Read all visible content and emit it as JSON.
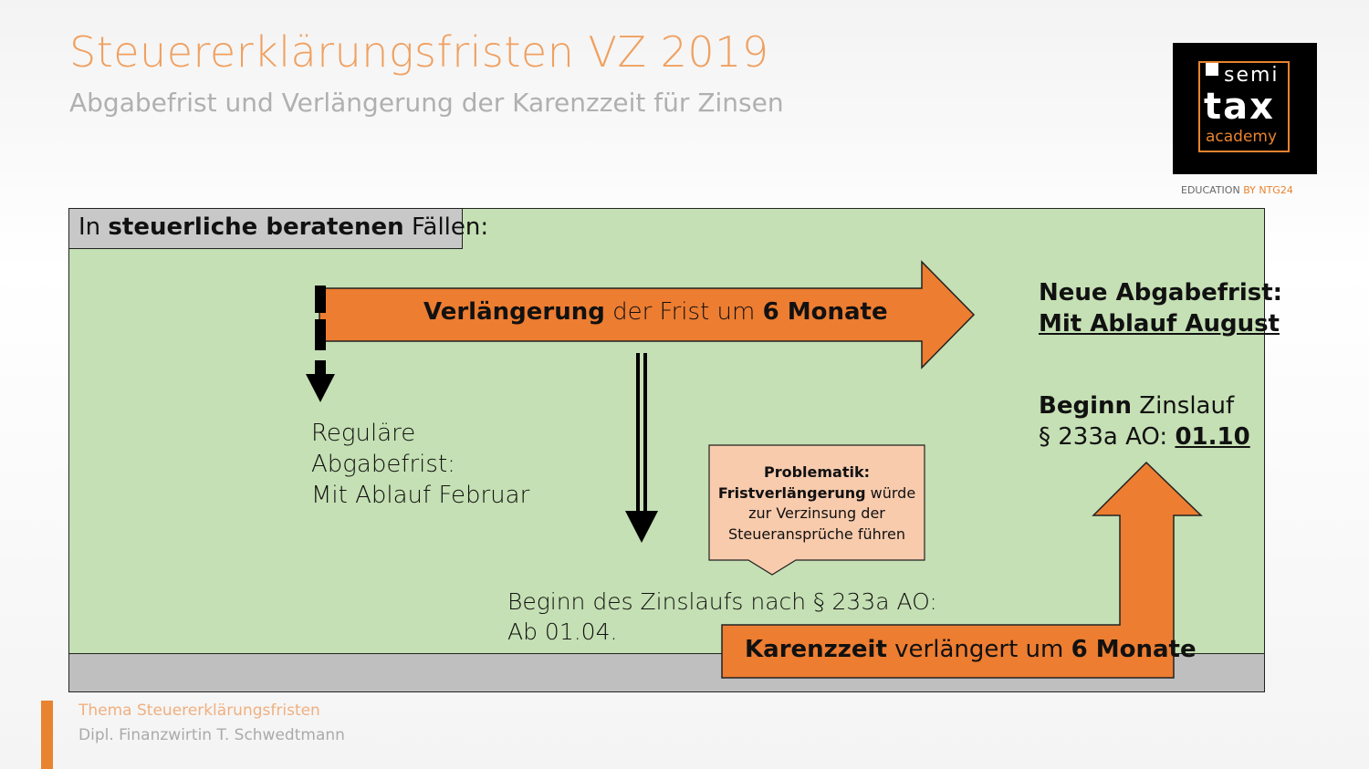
{
  "header": {
    "title": "Steuererklärungsfristen VZ 2019",
    "subtitle": "Abgabefrist und Verlängerung der Karenzzeit für Zinsen"
  },
  "logo": {
    "semi": "semi",
    "tax": "tax",
    "academy": "academy",
    "tagline_prefix": "EDUCATION",
    "tagline_suffix": "BY NTG24"
  },
  "box": {
    "label_pre": "In ",
    "label_bold": "steuerliche beratenen",
    "label_post": " Fällen:"
  },
  "arrow_top": {
    "bold1": "Verlängerung",
    "mid": " der Frist um ",
    "bold2": "6 Monate"
  },
  "regular": {
    "line1": "Reguläre",
    "line2": "Abgabefrist:",
    "line3": "Mit Ablauf Februar"
  },
  "new_deadline": {
    "line1": "Neue Abgabefrist:",
    "line2": "Mit Ablauf August"
  },
  "interest_start": {
    "bold": "Beginn",
    "rest": " Zinslauf",
    "line2": "§ 233a AO: ",
    "date": "01.10"
  },
  "callout": {
    "title": "Problematik:",
    "bold": "Fristverlängerung",
    "rest": " würde",
    "line3": "zur Verzinsung der",
    "line4": "Steueransprüche führen"
  },
  "zinslauf": {
    "line1": "Beginn des Zinslaufs nach § 233a AO:",
    "line2": "Ab 01.04."
  },
  "karenz": {
    "bold1": "Karenzzeit",
    "mid": " verlängert um ",
    "bold2": "6 Monate"
  },
  "footer": {
    "topic": "Thema Steuererklärungsfristen",
    "author": "Dipl. Finanzwirtin T. Schwedtmann"
  },
  "colors": {
    "orange": "#ed7d31",
    "green": "#c5e0b4",
    "callout": "#f8cbad"
  }
}
